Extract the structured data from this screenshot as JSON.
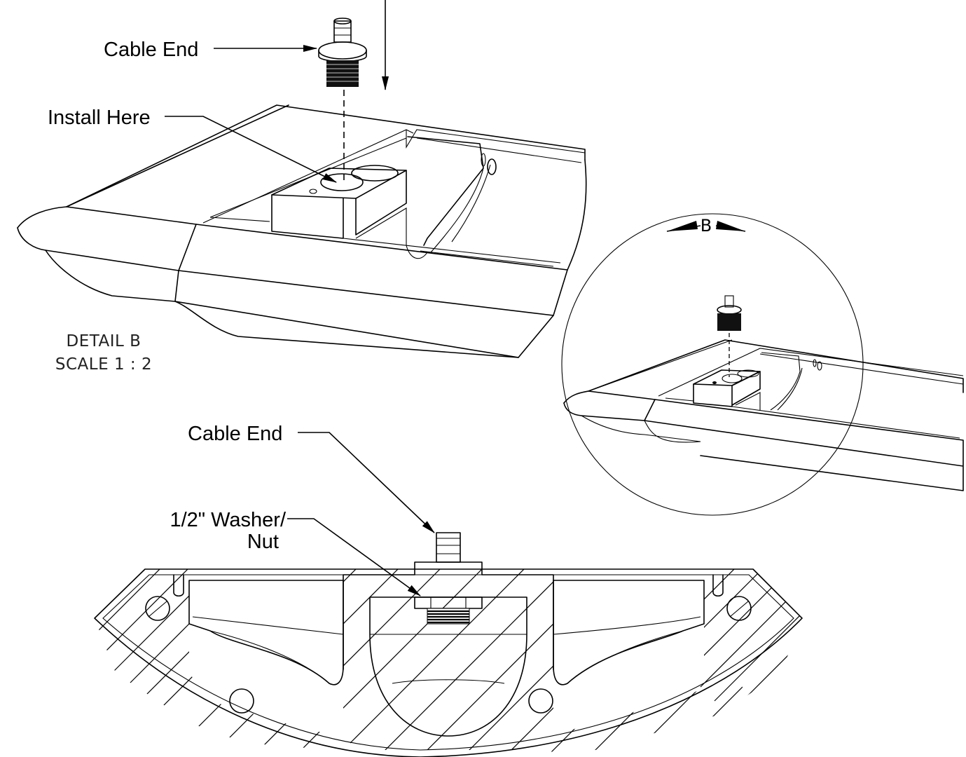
{
  "labels": {
    "cable_end_top": "Cable End",
    "install_here": "Install Here",
    "detail_title": "DETAIL B",
    "detail_scale": "SCALE 1 : 2",
    "detail_marker": "B",
    "cable_end_section": "Cable End",
    "washer_line1": "1/2\" Washer/",
    "washer_line2": "Nut"
  },
  "colors": {
    "ink": "#000000",
    "paper": "#ffffff",
    "detail_text": "#222222"
  }
}
